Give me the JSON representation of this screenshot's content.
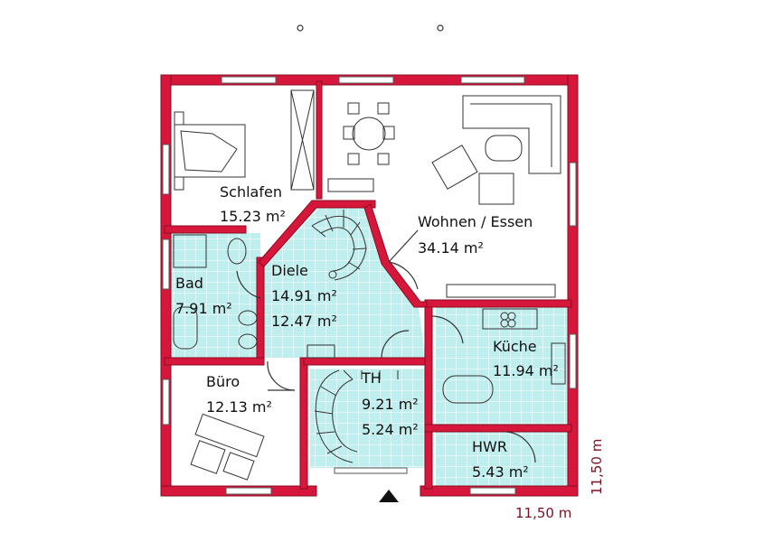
{
  "colors": {
    "wall": "#d6163a",
    "tile": "#bfeeee",
    "tile_grid": "#ffffff",
    "furniture": "#333333"
  },
  "rooms": {
    "schlafen": {
      "name": "Schlafen",
      "area": "15.23 m²"
    },
    "wohnen": {
      "name": "Wohnen / Essen",
      "area": "34.14 m²"
    },
    "bad": {
      "name": "Bad",
      "area": "7.91 m²"
    },
    "diele": {
      "name": "Diele",
      "area": "14.91 m²",
      "area2": "12.47 m²"
    },
    "kueche": {
      "name": "Küche",
      "area": "11.94 m²"
    },
    "buero": {
      "name": "Büro",
      "area": "12.13 m²"
    },
    "th": {
      "name": "TH",
      "area": "9.21 m²",
      "area2": "5.24 m²"
    },
    "hwr": {
      "name": "HWR",
      "area": "5.43 m²"
    }
  },
  "dimensions": {
    "width": "11,50 m",
    "depth": "11,50 m"
  },
  "icons": [
    "entrance-arrow-icon",
    "north-marker-icon"
  ]
}
